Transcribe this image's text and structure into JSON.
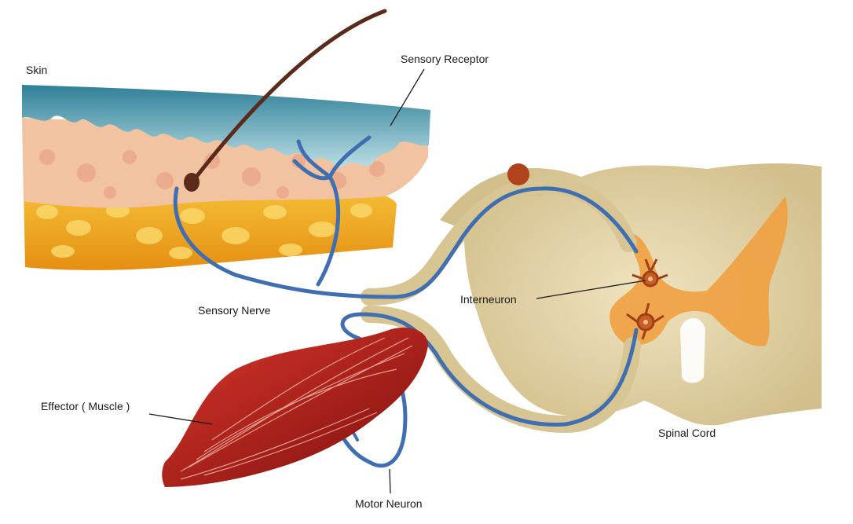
{
  "labels": {
    "skin": "Skin",
    "sensory_receptor": "Sensory Receptor",
    "sensory_nerve": "Sensory Nerve",
    "interneuron": "Interneuron",
    "effector": "Effector ( Muscle )",
    "spinal_cord": "Spinal Cord",
    "motor_neuron": "Motor Neuron"
  },
  "colors": {
    "epidermis": "#3d8ea3",
    "dermis": "#f2c4a0",
    "fat": "#f3b020",
    "hair": "#5a2a1a",
    "nerve": "#3f6fb0",
    "spinal_tan": "#d7c594",
    "gray_matter": "#f0a040",
    "muscle": "#b3201c",
    "leader_line": "#1a1a1a"
  }
}
